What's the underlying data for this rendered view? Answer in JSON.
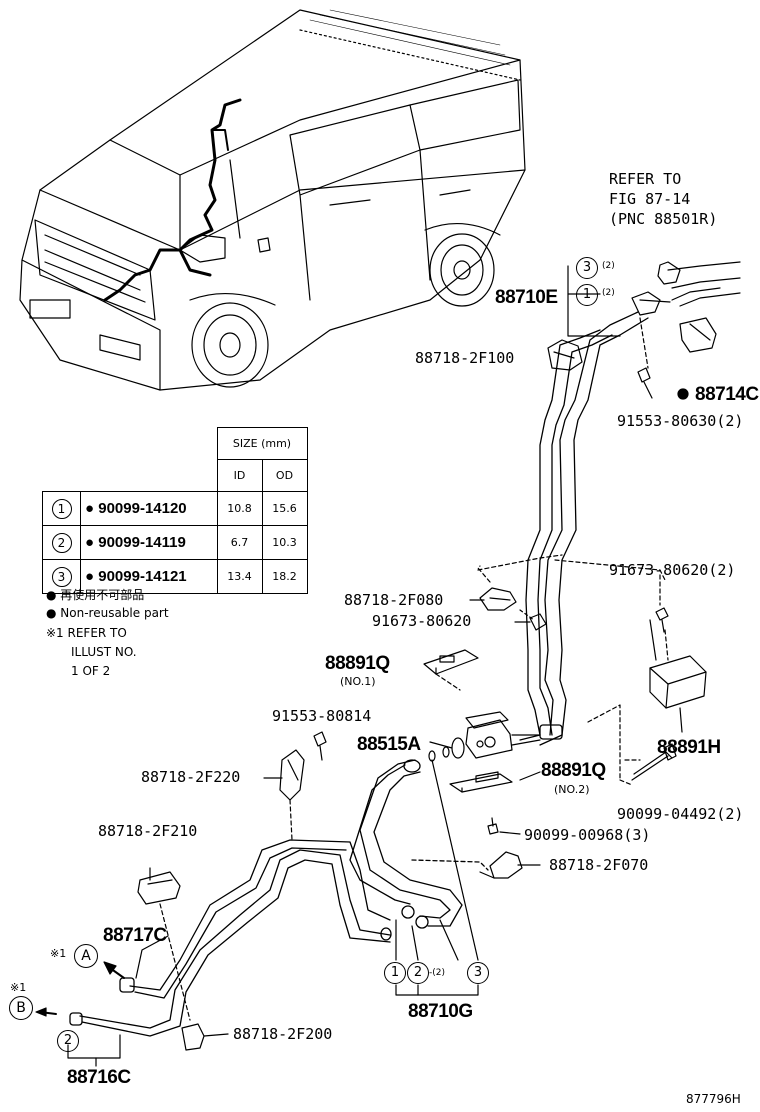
{
  "refer_note": {
    "line1": "REFER TO",
    "line2": "FIG 87-14",
    "line3": "(PNC 88501R)"
  },
  "parts": {
    "p88710E": "88710E",
    "p88718_2F100": "88718-2F100",
    "p88714C": "88714C",
    "p91553_80630": "91553-80630(2)",
    "p88718_2F080": "88718-2F080",
    "p91673_80620": "91673-80620",
    "p91673_80620_2": "91673-80620(2)",
    "p88891Q_1": "88891Q",
    "no1": "(NO.1)",
    "p88891H": "88891H",
    "p91553_80814": "91553-80814",
    "p88515A": "88515A",
    "p88718_2F220": "88718-2F220",
    "p88891Q_2": "88891Q",
    "no2": "(NO.2)",
    "p90099_04492": "90099-04492(2)",
    "p90099_00968": "90099-00968(3)",
    "p88718_2F210": "88718-2F210",
    "p88718_2F070": "88718-2F070",
    "p88717C": "88717C",
    "p88710G": "88710G",
    "p88718_2F200": "88718-2F200",
    "p88716C": "88716C"
  },
  "callouts": {
    "c1": "1",
    "c2": "2",
    "c3": "3",
    "qty2": "(2)",
    "qty2b": "-(2)",
    "A": "A",
    "B": "B",
    "ref_mark": "※1"
  },
  "size_table": {
    "header": "SIZE (mm)",
    "col_id": "ID",
    "col_od": "OD",
    "rows": [
      {
        "no": "1",
        "part": "90099-14120",
        "id": "10.8",
        "od": "15.6"
      },
      {
        "no": "2",
        "part": "90099-14119",
        "id": "6.7",
        "od": "10.3"
      },
      {
        "no": "3",
        "part": "90099-14121",
        "id": "13.4",
        "od": "18.2"
      }
    ]
  },
  "legend": {
    "l1": "再使用不可部品",
    "l2": "Non-reusable part",
    "l3": "※1 REFER TO",
    "l4": "ILLUST NO.",
    "l5": "1 OF 2"
  },
  "figure_id": "877796H"
}
